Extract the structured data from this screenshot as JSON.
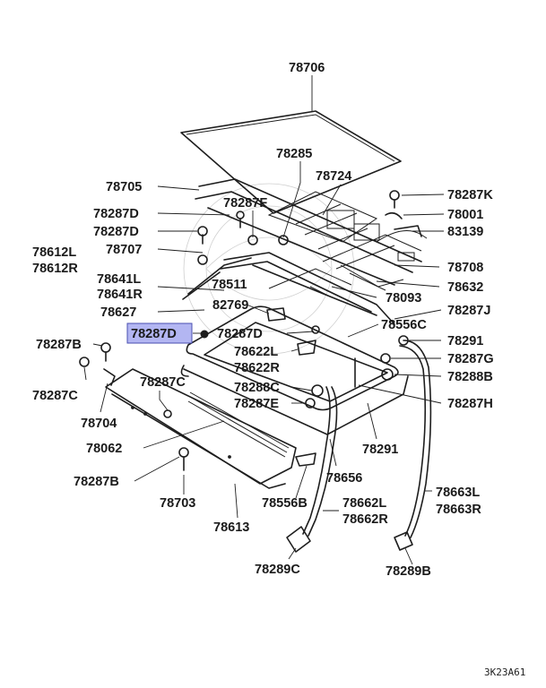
{
  "diagram_code": "3K23A61",
  "highlight_color": "#b3b6f2",
  "labels": [
    {
      "id": "l01",
      "text": "78706"
    },
    {
      "id": "l02",
      "text": "78285"
    },
    {
      "id": "l03",
      "text": "78724"
    },
    {
      "id": "l04",
      "text": "78705"
    },
    {
      "id": "l05",
      "text": "78287K"
    },
    {
      "id": "l06",
      "text": "78287D"
    },
    {
      "id": "l07",
      "text": "78287F"
    },
    {
      "id": "l08",
      "text": "78001"
    },
    {
      "id": "l09",
      "text": "78287D"
    },
    {
      "id": "l10",
      "text": "83139"
    },
    {
      "id": "l11",
      "text": "78612L"
    },
    {
      "id": "l12",
      "text": "78707"
    },
    {
      "id": "l13",
      "text": "78612R"
    },
    {
      "id": "l14",
      "text": "78708"
    },
    {
      "id": "l15",
      "text": "78641L"
    },
    {
      "id": "l16",
      "text": "78511"
    },
    {
      "id": "l17",
      "text": "78632"
    },
    {
      "id": "l18",
      "text": "78641R"
    },
    {
      "id": "l19",
      "text": "78093"
    },
    {
      "id": "l20",
      "text": "78627"
    },
    {
      "id": "l21",
      "text": "82769"
    },
    {
      "id": "l22",
      "text": "78287J"
    },
    {
      "id": "l23",
      "text": "78556C"
    },
    {
      "id": "l24",
      "text": "78287D",
      "highlighted": true
    },
    {
      "id": "l25",
      "text": "78287D"
    },
    {
      "id": "l26",
      "text": "78291"
    },
    {
      "id": "l27",
      "text": "78287B"
    },
    {
      "id": "l28",
      "text": "78622L"
    },
    {
      "id": "l29",
      "text": "78622R"
    },
    {
      "id": "l30",
      "text": "78287G"
    },
    {
      "id": "l31",
      "text": "78288B"
    },
    {
      "id": "l32",
      "text": "78287C"
    },
    {
      "id": "l33",
      "text": "78287C"
    },
    {
      "id": "l34",
      "text": "78288C"
    },
    {
      "id": "l35",
      "text": "78287E"
    },
    {
      "id": "l36",
      "text": "78287H"
    },
    {
      "id": "l37",
      "text": "78704"
    },
    {
      "id": "l38",
      "text": "78291"
    },
    {
      "id": "l39",
      "text": "78062"
    },
    {
      "id": "l40",
      "text": "78656"
    },
    {
      "id": "l41",
      "text": "78287B"
    },
    {
      "id": "l42",
      "text": "78663L"
    },
    {
      "id": "l43",
      "text": "78663R"
    },
    {
      "id": "l44",
      "text": "78703"
    },
    {
      "id": "l45",
      "text": "78556B"
    },
    {
      "id": "l46",
      "text": "78662L"
    },
    {
      "id": "l47",
      "text": "78662R"
    },
    {
      "id": "l48",
      "text": "78613"
    },
    {
      "id": "l49",
      "text": "78289C"
    },
    {
      "id": "l50",
      "text": "78289B"
    }
  ]
}
